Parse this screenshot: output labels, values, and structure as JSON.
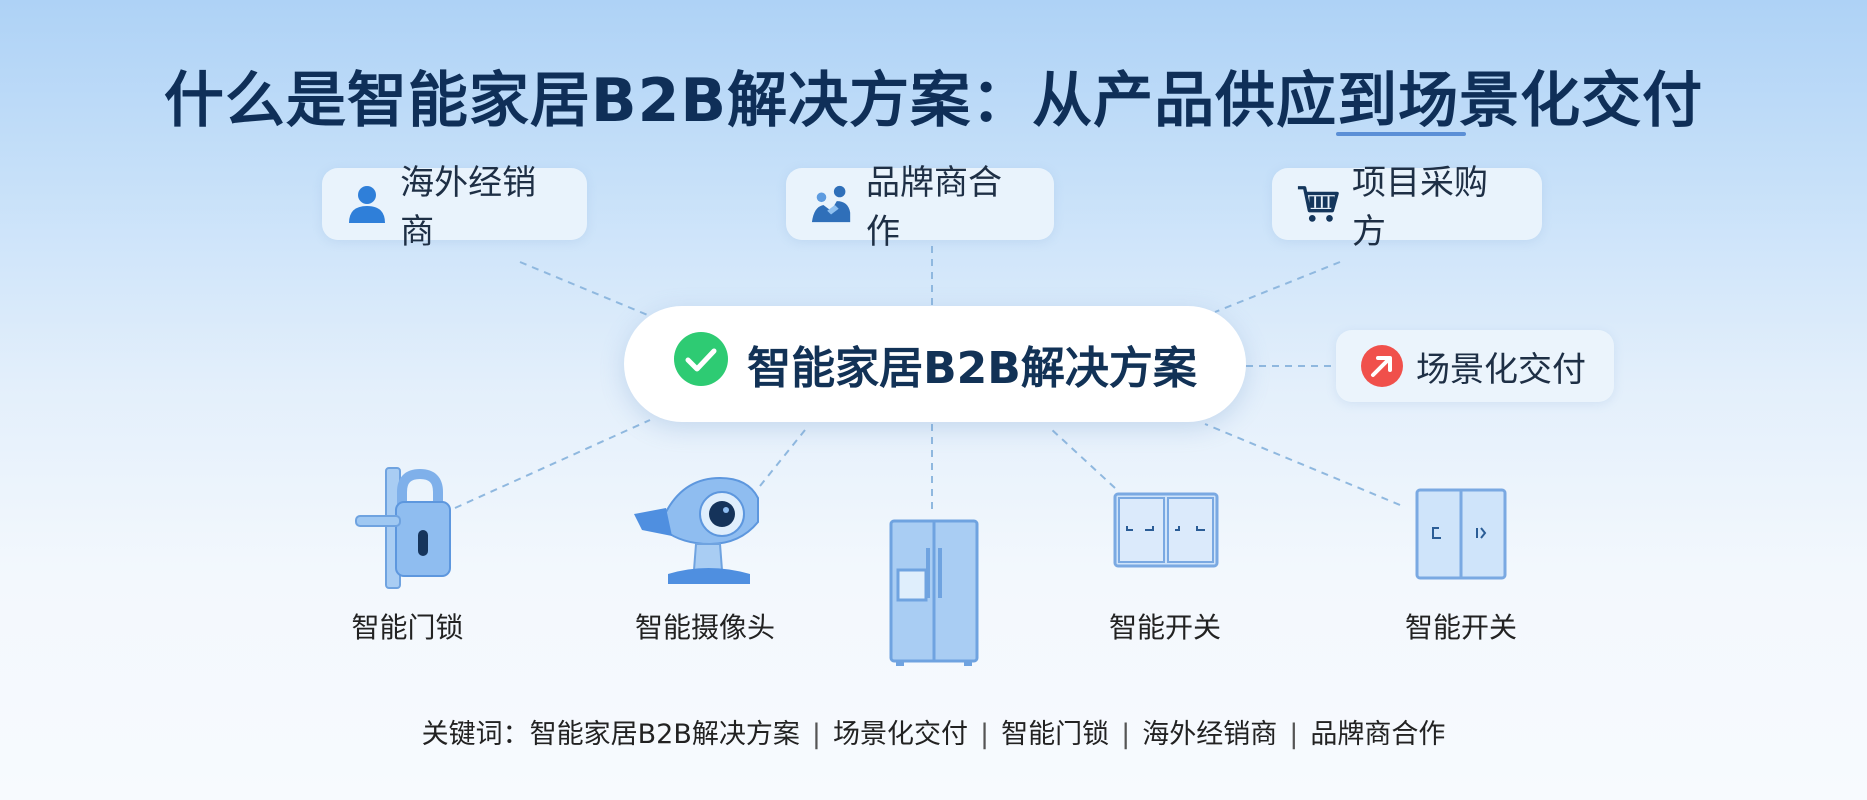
{
  "title": "什么是智能家居B2B解决方案：从产品供应到场景化交付",
  "center": {
    "label": "智能家居B2B解决方案",
    "icon": "check-circle-icon",
    "icon_color": "#2ecb73"
  },
  "top_nodes": [
    {
      "label": "海外经销商",
      "icon": "person-icon",
      "icon_color": "#2f7fd9"
    },
    {
      "label": "品牌商合作",
      "icon": "handshake-icon",
      "icon_color": "#2f6fb9"
    },
    {
      "label": "项目采购方",
      "icon": "shopping-cart-icon",
      "icon_color": "#14365c"
    }
  ],
  "right_node": {
    "label": "场景化交付",
    "icon": "arrow-up-right-icon",
    "icon_color": "#f0504b"
  },
  "devices": [
    {
      "label": "智能门锁",
      "icon": "smart-lock-icon"
    },
    {
      "label": "智能摄像头",
      "icon": "camera-icon"
    },
    {
      "label": "",
      "icon": "fridge-icon"
    },
    {
      "label": "智能开关",
      "icon": "switch-icon"
    },
    {
      "label": "智能开关",
      "icon": "switch-icon"
    }
  ],
  "keywords": {
    "prefix": "关键词：",
    "items": [
      "智能家居B2B解决方案",
      "场景化交付",
      "智能门锁",
      "海外经销商",
      "品牌商合作"
    ],
    "separator": "|"
  },
  "colors": {
    "title": "#0f2f58",
    "device_blue": "#7fb0ea",
    "line": "#8fb8df"
  }
}
